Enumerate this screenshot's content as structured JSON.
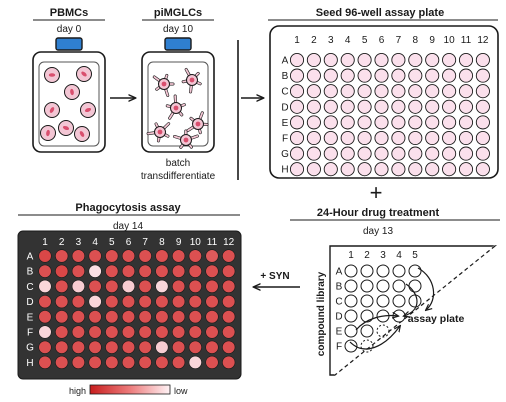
{
  "steps": {
    "pbmc": {
      "title": "PBMCs",
      "day": "day 0"
    },
    "pimglc": {
      "title": "piMGLCs",
      "day": "day 10",
      "note_line1": "batch",
      "note_line2": "transdifferentiate"
    },
    "seed": {
      "title": "Seed 96-well assay plate"
    },
    "drug": {
      "title": "24-Hour drug treatment",
      "day": "day 13",
      "library_label": "compound library",
      "assay_label": "assay plate"
    },
    "phago": {
      "title": "Phagocytosis assay",
      "day": "day 14"
    },
    "syn_label": "+ SYN",
    "plus_sign": "+"
  },
  "plate": {
    "columns": [
      "1",
      "2",
      "3",
      "4",
      "5",
      "6",
      "7",
      "8",
      "9",
      "10",
      "11",
      "12"
    ],
    "rows": [
      "A",
      "B",
      "C",
      "D",
      "E",
      "F",
      "G",
      "H"
    ]
  },
  "library": {
    "columns": [
      "1",
      "2",
      "3",
      "4",
      "5"
    ],
    "rows": [
      "A",
      "B",
      "C",
      "D",
      "E",
      "F"
    ]
  },
  "legend": {
    "high": "high",
    "low": "low"
  },
  "phagocytosis_levels": [
    [
      0.85,
      0.8,
      0.8,
      0.8,
      0.8,
      0.8,
      0.8,
      0.8,
      0.8,
      0.8,
      0.75,
      0.8
    ],
    [
      0.8,
      0.85,
      0.8,
      0.05,
      0.8,
      0.8,
      0.8,
      0.8,
      0.8,
      0.8,
      0.8,
      0.8
    ],
    [
      0.1,
      0.8,
      0.15,
      0.8,
      0.8,
      0.15,
      0.8,
      0.1,
      0.8,
      0.8,
      0.8,
      0.8
    ],
    [
      0.8,
      0.8,
      0.8,
      0.1,
      0.8,
      0.8,
      0.8,
      0.8,
      0.8,
      0.8,
      0.8,
      0.8
    ],
    [
      0.8,
      0.8,
      0.8,
      0.8,
      0.8,
      0.8,
      0.8,
      0.8,
      0.8,
      0.8,
      0.8,
      0.8
    ],
    [
      0.1,
      0.8,
      0.8,
      0.8,
      0.8,
      0.8,
      0.8,
      0.8,
      0.8,
      0.8,
      0.8,
      0.8
    ],
    [
      0.8,
      0.8,
      0.8,
      0.8,
      0.8,
      0.8,
      0.8,
      0.15,
      0.8,
      0.8,
      0.8,
      0.8
    ],
    [
      0.8,
      0.8,
      0.8,
      0.8,
      0.8,
      0.8,
      0.8,
      0.8,
      0.8,
      0.1,
      0.8,
      0.8
    ]
  ],
  "colors": {
    "cell_pink": "#f3c6d4",
    "nucleus_red": "#d94f6e",
    "cap_blue": "#2f7fd0",
    "plate_well_pink": "#fbe0ec",
    "plate_dark": "#333333",
    "heat_high": "#d42a2a",
    "heat_low": "#fde9ee"
  }
}
